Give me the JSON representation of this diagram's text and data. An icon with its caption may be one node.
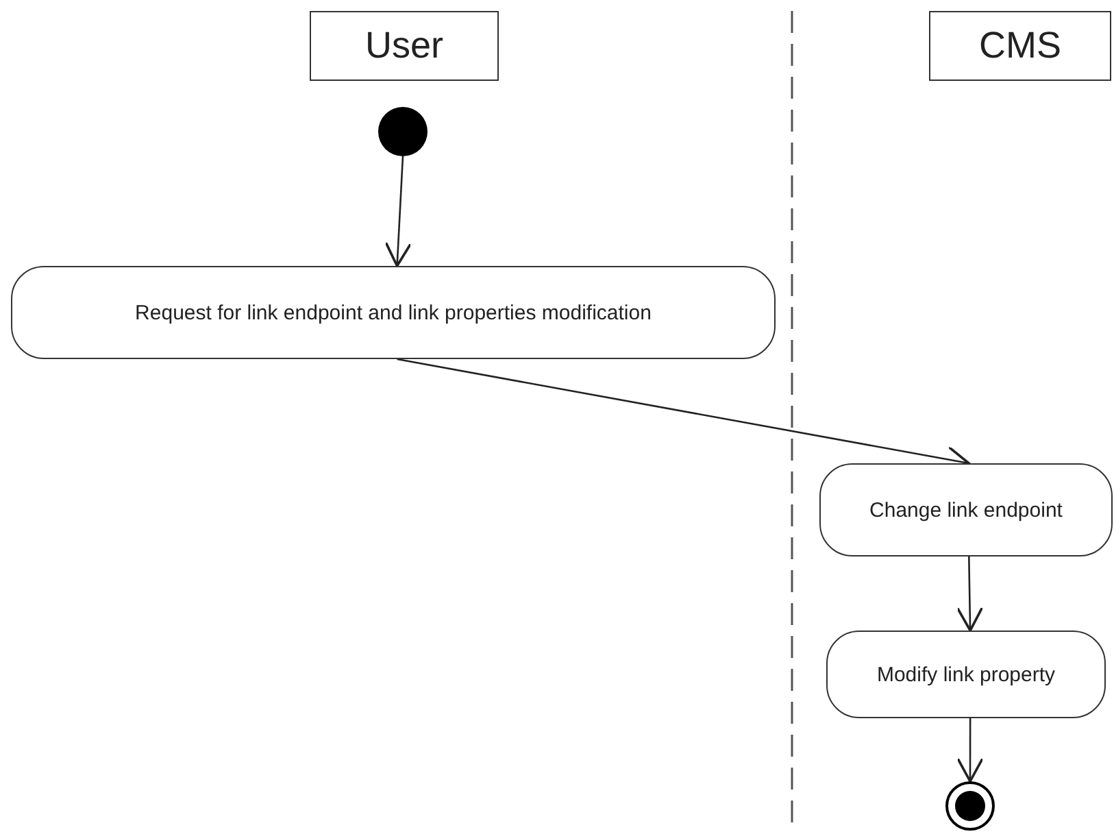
{
  "diagram": {
    "nodes": [
      {
        "text": [
          "User"
        ]
      },
      {
        "text": [
          "CMS"
        ]
      },
      {
        "text": [],
        "shape": "circle"
      },
      {
        "text": [
          "Request for link endpoint and link properties modification"
        ]
      },
      {
        "text": [
          "Change link endpoint"
        ]
      },
      {
        "text": [
          "Modify link property"
        ]
      },
      {
        "text": [],
        "shape": "circle"
      }
    ],
    "edges": [
      {
        "from": 2,
        "to": 3,
        "arrow": "to"
      },
      {
        "from": 3,
        "to": 4,
        "arrow": "to"
      },
      {
        "from": 4,
        "to": 5,
        "arrow": "to"
      },
      {
        "from": 5,
        "to": 6,
        "arrow": "to"
      }
    ]
  }
}
